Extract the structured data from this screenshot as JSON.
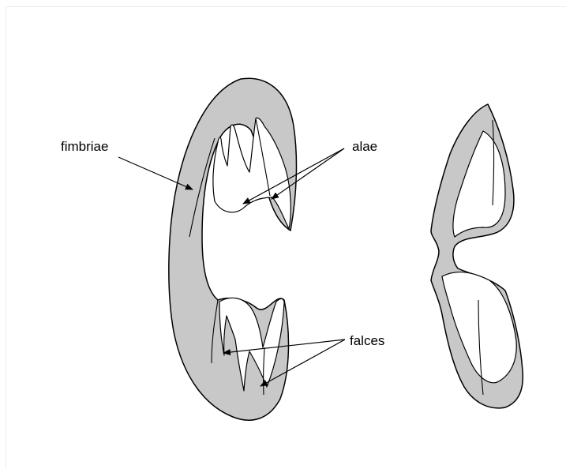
{
  "labels": {
    "fimbriae": "fimbriae",
    "alae": "alae",
    "falces": "falces"
  },
  "colors": {
    "fill": "#c8c8c8",
    "stroke": "#000000",
    "background": "#ffffff"
  }
}
